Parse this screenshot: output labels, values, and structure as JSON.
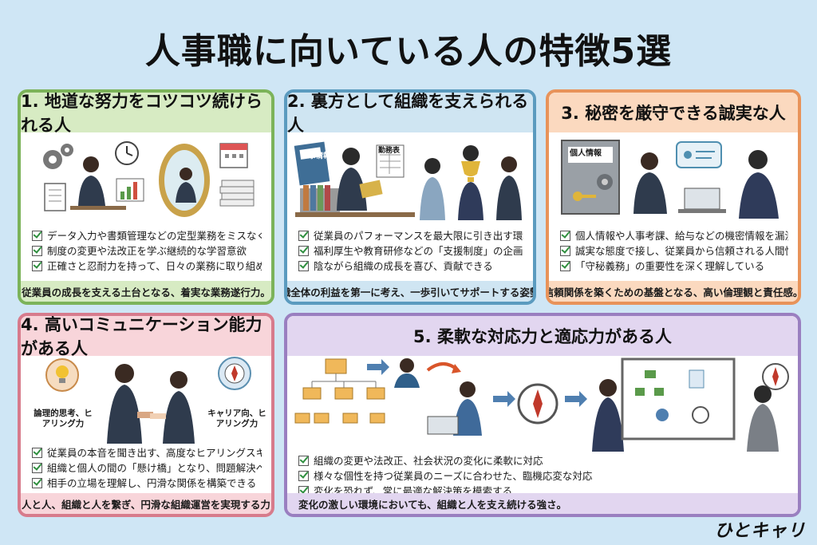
{
  "title": "人事職に向いている人の特徴5選",
  "cards": [
    {
      "heading": "1. 地道な努力をコツコツ続けられる人",
      "points": [
        "データ入力や書類管理などの定型業務をミスなく進行",
        "制度の変更や法改正を学ぶ継続的な学習意欲",
        "正確さと忍耐力を持って、日々の業務に取り組める"
      ],
      "footer": "従業員の成長を支える土台となる、着実な業務遂行力。"
    },
    {
      "heading": "2. 裏方として組織を支えられる人",
      "art_labels": [
        "人事情報",
        "勤務表"
      ],
      "points": [
        "従業員のパフォーマンスを最大限に引き出す環境作り",
        "福利厚生や教育研修などの「支援制度」の企画・運営",
        "陰ながら組織の成長を喜び、貢献できる"
      ],
      "footer": "組織全体の利益を第一に考え、一歩引いてサポートする姿勢。"
    },
    {
      "heading": "3. 秘密を厳守できる誠実な人",
      "art_labels": [
        "個人情報"
      ],
      "points": [
        "個人情報や人事考課、給与などの機密情報を漏洩しない",
        "誠実な態度で接し、従業員から信頼される人間性",
        "「守秘義務」の重要性を深く理解している"
      ],
      "footer": "信頼関係を築くための基盤となる、高い倫理観と責任感。"
    },
    {
      "heading": "4. 高いコミュニケーション能力がある人",
      "art_labels": [
        "論理的思考、ヒアリング力",
        "キャリア向、ヒアリング力"
      ],
      "points": [
        "従業員の本音を聞き出す、高度なヒアリングスキル",
        "組織と個人の間の「懸け橋」となり、問題解決へ導く",
        "相手の立場を理解し、円滑な関係を構築できる"
      ],
      "footer": "人と人、組織と人を繋ぎ、円滑な組織運営を実現する力"
    },
    {
      "heading": "5. 柔軟な対応力と適応力がある人",
      "points": [
        "組織の変更や法改正、社会状況の変化に柔軟に対応",
        "様々な個性を持つ従業員のニーズに合わせた、臨機応変な対応",
        "変化を恐れず、常に最適な解決策を模索する"
      ],
      "footer": "変化の激しい環境においても、組織と人を支え続ける強さ。"
    }
  ],
  "logo": "ひとキャリ",
  "colors": {
    "background": "#cfe6f5",
    "card1": "#7cb35a",
    "card2": "#5b9bbf",
    "card3": "#e8935a",
    "card4": "#d77b8c",
    "card5": "#9a7fc0"
  }
}
